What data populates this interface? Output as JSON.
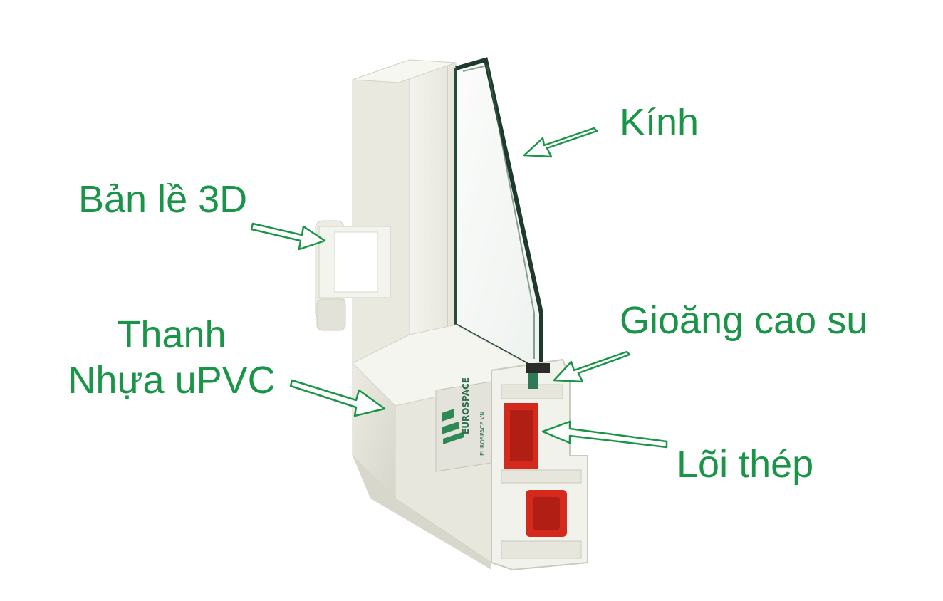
{
  "colors": {
    "label_green": "#1a9548",
    "arrow_outline": "#1a9548",
    "pvc_white": "#efefe7",
    "pvc_shadow": "#d9d9cf",
    "steel_red": "#d42a1e",
    "glass_edge": "#1f3a2c"
  },
  "labels": {
    "glass": "Kính",
    "hinge": "Bản lề 3D",
    "gasket": "Gioăng cao su",
    "frame_line1": "Thanh",
    "frame_line2": "Nhựa uPVC",
    "steel": "Lõi thép"
  },
  "brand": {
    "name": "EUROSPACE",
    "website": "EUROSPACE.VN"
  }
}
